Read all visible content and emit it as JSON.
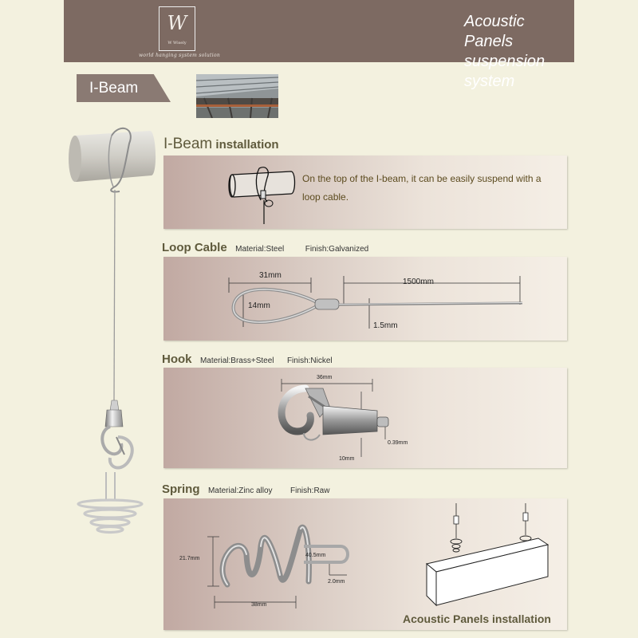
{
  "header": {
    "logo_text": "W",
    "logo_sub": "W Wisely",
    "tagline": "world hanging system solution",
    "title_line1": "Acoustic Panels",
    "title_line2": "suspension system",
    "bg_color": "#7d6a62"
  },
  "tab": {
    "label": "I-Beam",
    "color": "#8a7a73"
  },
  "ibeam": {
    "title_main": "I-Beam",
    "title_rest": " installation",
    "description": "On the top of the I-beam, it can be easily suspend with a loop cable."
  },
  "loop_cable": {
    "title": "Loop Cable",
    "material": "Material:Steel",
    "finish": "Finish:Galvanized",
    "dim_loop_length": "31mm",
    "dim_loop_height": "14mm",
    "dim_cable_length": "1500mm",
    "dim_diameter": "1.5mm"
  },
  "hook": {
    "title": "Hook",
    "material": "Material:Brass+Steel",
    "finish": "Finish:Nickel",
    "dim_width": "36mm",
    "dim_height": "10mm",
    "dim_diameter": "0.39mm"
  },
  "spring": {
    "title": "Spring",
    "material": "Material:Zinc alloy",
    "finish": "Finish:Raw",
    "dim_height": "21.7mm",
    "dim_length": "38mm",
    "dim_loop": "40.5mm",
    "dim_wire": "2.0mm",
    "install_caption": "Acoustic Panels installation"
  },
  "colors": {
    "section_title": "#5f5a3c",
    "page_bg": "#f3f1df"
  }
}
